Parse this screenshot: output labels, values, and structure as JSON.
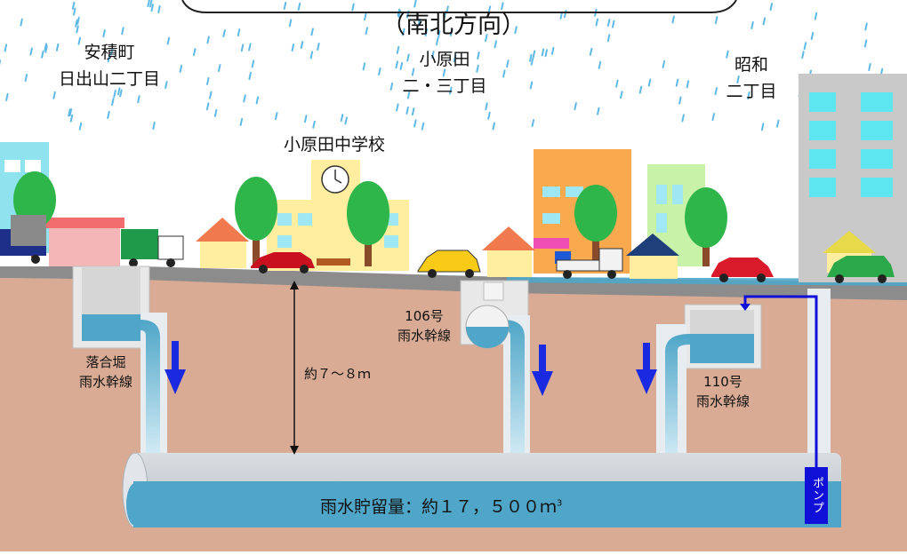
{
  "direction": "（南北方向）",
  "areas": {
    "yasumi": [
      "安積町",
      "日出山二丁目"
    ],
    "oharada": [
      "小原田",
      "二・三丁目"
    ],
    "showa": [
      "昭和",
      "二丁目"
    ]
  },
  "school": "小原田中学校",
  "depth": "約７～８ｍ",
  "trunks": {
    "ochiai": [
      "落合堀",
      "雨水幹線"
    ],
    "t106": [
      "106号",
      "雨水幹線"
    ],
    "t110": [
      "110号",
      "雨水幹線"
    ]
  },
  "storage": "雨水貯留量：約１７，５００ｍ",
  "storage_unit_sup": "3",
  "pump": "ポンプ",
  "colors": {
    "soil": "#d9ab94",
    "water": "#4fa6c8",
    "pipe": "#c9d1d6",
    "arrow": "#1a2ae0",
    "rain": "#5fb9e6"
  }
}
